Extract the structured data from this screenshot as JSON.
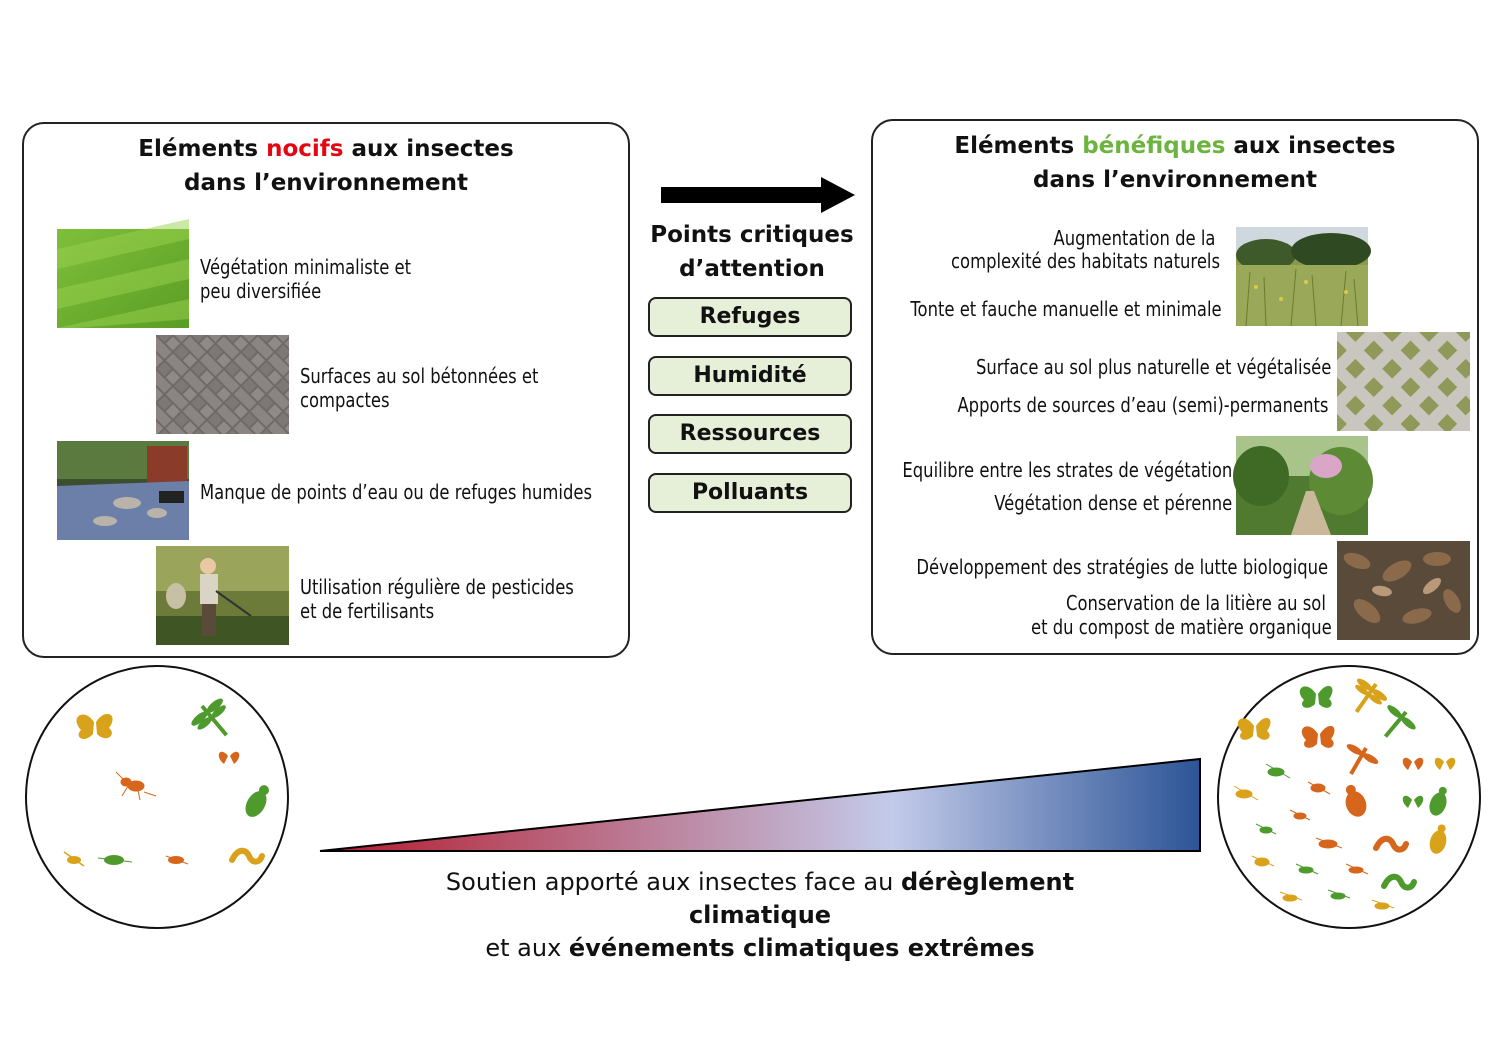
{
  "left_panel": {
    "title_pre": "Eléments ",
    "title_key": "nocifs",
    "title_post": " aux insectes",
    "title_line2": "dans l’environnement",
    "items": [
      {
        "line1": "Végétation minimaliste et",
        "line2": "peu diversifiée"
      },
      {
        "line1": "Surfaces au sol bétonnées et",
        "line2": "compactes"
      },
      {
        "line1": "Manque de points d’eau ou de refuges humides",
        "line2": ""
      },
      {
        "line1": "Utilisation régulière de pesticides",
        "line2": "et de fertilisants"
      }
    ]
  },
  "right_panel": {
    "title_pre": "Eléments ",
    "title_key": "bénéfiques",
    "title_post": " aux insectes",
    "title_line2": "dans l’environnement",
    "items": [
      "Augmentation de la",
      "complexité des habitats naturels",
      "Tonte et fauche manuelle et minimale",
      "Surface au sol plus naturelle et végétalisée",
      "Apports de sources d’eau (semi)-permanents",
      "Equilibre entre les strates de végétation",
      "Végétation dense et pérenne",
      "Développement des stratégies de lutte biologique",
      "Conservation de la litière au sol",
      "et du compost de matière organique"
    ]
  },
  "center": {
    "title_line1": "Points critiques",
    "title_line2": "d’attention",
    "pills": [
      "Refuges",
      "Humidité",
      "Ressources",
      "Polluants"
    ]
  },
  "caption": {
    "line1_pre": "Soutien apporté aux insectes face au ",
    "line1_bold": "dérèglement climatique",
    "line2_pre": "et aux ",
    "line2_bold": "événements climatiques extrêmes"
  },
  "colors": {
    "nocifs": "#e30613",
    "benefiques": "#6cb33f",
    "pill_fill": "#e6f0d9",
    "gradient_start": "#b2182b",
    "gradient_mid": "#c3cbea",
    "gradient_end": "#2c5496",
    "insect_orange": "#d6661c",
    "insect_yellow": "#d9a21b",
    "insect_green": "#4e9a2c"
  }
}
